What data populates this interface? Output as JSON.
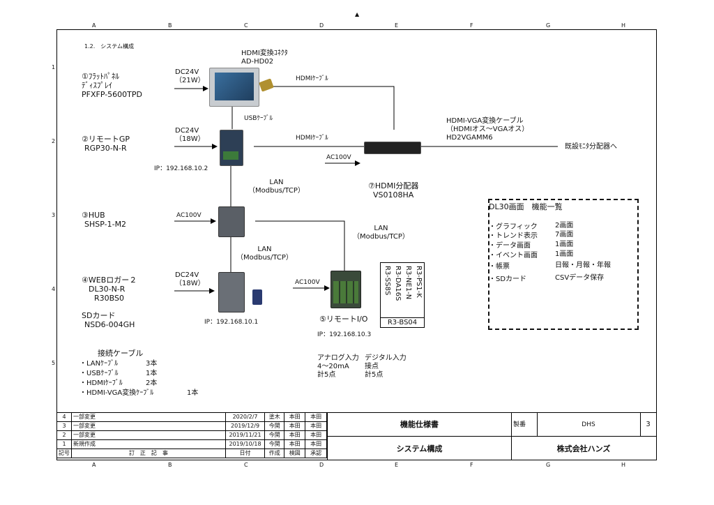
{
  "grid": {
    "cols": [
      "A",
      "B",
      "C",
      "D",
      "E",
      "F",
      "G",
      "H"
    ],
    "rows": [
      "1",
      "2",
      "3",
      "4",
      "5"
    ]
  },
  "section_title": "1.2.　システム構成",
  "devices": {
    "panel": {
      "lines": [
        "①ﾌﾗｯﾄﾊﾟﾈﾙ",
        "ﾃﾞｨｽﾌﾟﾚｲ",
        "PFXFP-5600TPD"
      ],
      "power": [
        "DC24V",
        "（21W）"
      ]
    },
    "hdmi_conv": {
      "lines": [
        "HDMI変換ｺﾈｸﾀ",
        "AD-HD02"
      ]
    },
    "remote_gp": {
      "lines": [
        "②リモートGP",
        "RGP30-N-R"
      ],
      "power": [
        "DC24V",
        "（18W）"
      ],
      "ip": "IP：192.168.10.2"
    },
    "hub": {
      "lines": [
        "③HUB",
        "SHSP-1-M2"
      ],
      "power": "AC100V"
    },
    "web_logger": {
      "lines": [
        "④WEBロガー２",
        "DL30-N-R",
        "R30BS0"
      ],
      "sd": [
        "SDカード",
        "NSD6-004GH"
      ],
      "power": [
        "DC24V",
        "（18W）"
      ],
      "ip": "IP：192.168.10.1"
    },
    "remote_io": {
      "label": "⑤リモートI/O",
      "ip": "IP：192.168.10.3",
      "power": "AC100V",
      "modules": [
        "R3-SS8S",
        "R3-DA16S",
        "R3-NE1-N",
        "R3-PS1-K"
      ],
      "base": "R3-BS04"
    },
    "hdmi_splitter": {
      "lines": [
        "⑦HDMI分配器",
        "VS0108HA"
      ],
      "power": "AC100V"
    }
  },
  "cables": {
    "hdmi1": "HDMIｹｰﾌﾞﾙ",
    "usb": "USBｹｰﾌﾞﾙ",
    "hdmi2": "HDMIｹｰﾌﾞﾙ",
    "vga": [
      "HDMI-VGA変換ケーブル",
      "（HDMIオス～VGAオス）",
      "HD2VGAMM6"
    ],
    "existing": "既設ﾓﾆﾀ分配器へ",
    "lan1": [
      "LAN",
      "（Modbus/TCP）"
    ],
    "lan2": [
      "LAN",
      "（Modbus/TCP）"
    ],
    "lan3": [
      "LAN",
      "（Modbus/TCP）"
    ]
  },
  "io_inputs": {
    "analog": [
      "アナログ入力",
      "4～20mA",
      "計5点"
    ],
    "digital": [
      "デジタル入力",
      "接点",
      "計5点"
    ]
  },
  "cable_list": {
    "title": "接続ケーブル",
    "items": [
      {
        "name": "・LANｹｰﾌﾞﾙ",
        "qty": "3本"
      },
      {
        "name": "・USBｹｰﾌﾞﾙ",
        "qty": "1本"
      },
      {
        "name": "・HDMIｹｰﾌﾞﾙ",
        "qty": "2本"
      },
      {
        "name": "・HDMI-VGA変換ｹｰﾌﾞﾙ",
        "qty": "1本"
      }
    ]
  },
  "function_box": {
    "title": "DL30画面　機能一覧",
    "items": [
      {
        "name": "・グラフィック",
        "value": "2画面"
      },
      {
        "name": "・トレンド表示",
        "value": "7画面"
      },
      {
        "name": "・データ画面",
        "value": "1画面"
      },
      {
        "name": "・イベント画面",
        "value": "1画面"
      },
      {
        "name": "・帳票",
        "value": "日報・月報・年報"
      },
      {
        "name": "・SDカード",
        "value": "CSVデータ保存"
      }
    ]
  },
  "revisions": [
    {
      "no": "4",
      "desc": "一部変更",
      "date": "2020/2/7",
      "made": "塗木",
      "check": "本田",
      "approve": "本田"
    },
    {
      "no": "3",
      "desc": "一部変更",
      "date": "2019/12/9",
      "made": "今関",
      "check": "本田",
      "approve": "本田"
    },
    {
      "no": "2",
      "desc": "一部変更",
      "date": "2019/11/21",
      "made": "今関",
      "check": "本田",
      "approve": "本田"
    },
    {
      "no": "1",
      "desc": "新規作成",
      "date": "2019/10/18",
      "made": "今関",
      "check": "本田",
      "approve": "本田"
    }
  ],
  "rev_header": {
    "no": "記号",
    "desc": "訂　正　記　事",
    "date": "日付",
    "made": "作成",
    "check": "検図",
    "approve": "承認"
  },
  "title_block": {
    "doc_title": "機能仕様書",
    "sheet_title": "システム構成",
    "no_label": "製番",
    "no_value": "DHS",
    "page": "3",
    "company": "株式会社ハンズ"
  },
  "colors": {
    "line": "#000000",
    "panel_screen": "#2f5f8a",
    "device_blue": "#2a5a9a",
    "io_green": "#4a7a3a"
  }
}
